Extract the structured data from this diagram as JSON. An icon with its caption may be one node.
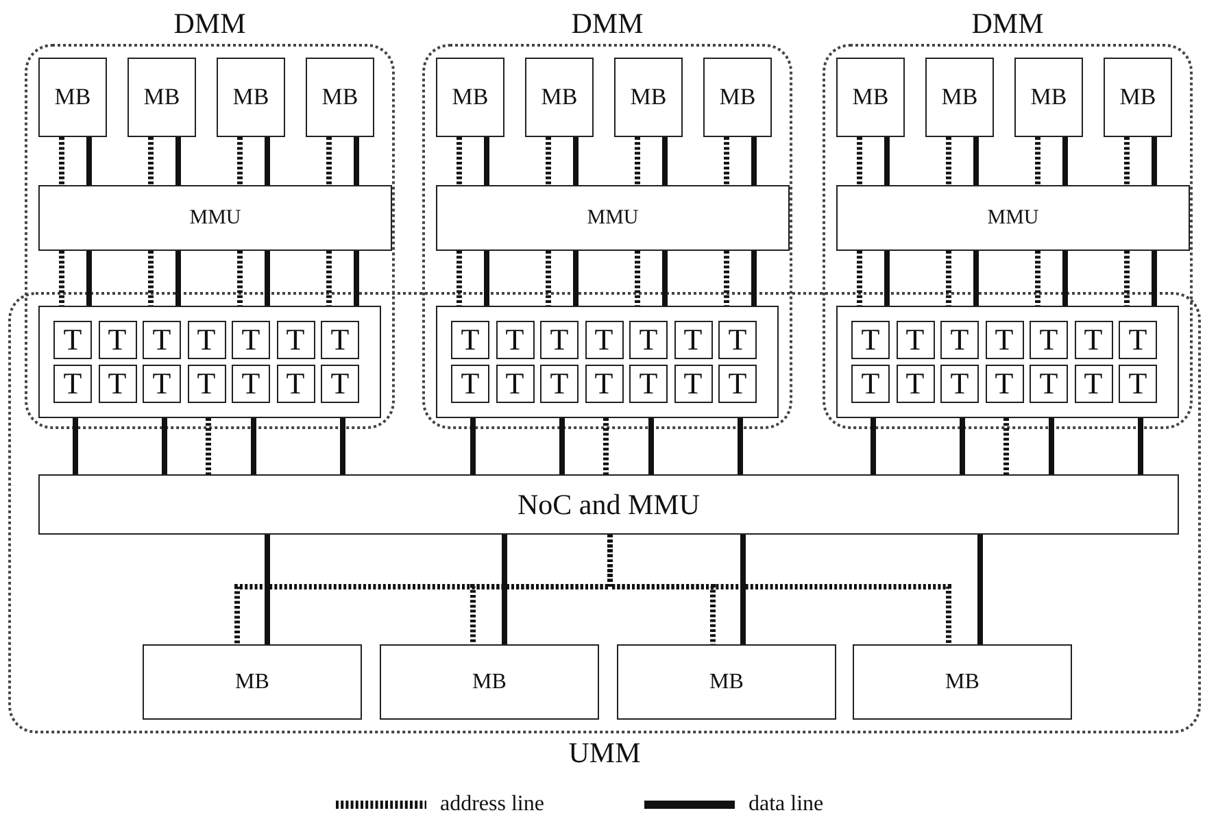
{
  "diagram": {
    "nodes": [
      {
        "text": [
          "DMM"
        ]
      },
      {
        "text": [
          "MB"
        ],
        "in": 0
      },
      {
        "text": [
          "MB"
        ],
        "in": 0
      },
      {
        "text": [
          "MB"
        ],
        "in": 0
      },
      {
        "text": [
          "MB"
        ],
        "in": 0
      },
      {
        "text": [
          "MMU"
        ],
        "in": 0
      },
      {
        "text": [],
        "shape": "box"
      },
      {
        "text": [
          "T"
        ],
        "in": 6
      },
      {
        "text": [
          "T"
        ],
        "in": 6
      },
      {
        "text": [
          "T"
        ],
        "in": 6
      },
      {
        "text": [
          "T"
        ],
        "in": 6
      },
      {
        "text": [
          "T"
        ],
        "in": 6
      },
      {
        "text": [
          "T"
        ],
        "in": 6
      },
      {
        "text": [
          "T"
        ],
        "in": 6
      },
      {
        "text": [
          "T"
        ],
        "in": 6
      },
      {
        "text": [
          "T"
        ],
        "in": 6
      },
      {
        "text": [
          "T"
        ],
        "in": 6
      },
      {
        "text": [
          "T"
        ],
        "in": 6
      },
      {
        "text": [
          "T"
        ],
        "in": 6
      },
      {
        "text": [
          "T"
        ],
        "in": 6
      },
      {
        "text": [
          "T"
        ],
        "in": 6
      },
      {
        "text": [
          "DMM"
        ]
      },
      {
        "text": [
          "MB"
        ],
        "in": 21
      },
      {
        "text": [
          "MB"
        ],
        "in": 21
      },
      {
        "text": [
          "MB"
        ],
        "in": 21
      },
      {
        "text": [
          "MB"
        ],
        "in": 21
      },
      {
        "text": [
          "MMU"
        ],
        "in": 21
      },
      {
        "text": [],
        "shape": "box"
      },
      {
        "text": [
          "T"
        ],
        "in": 27
      },
      {
        "text": [
          "T"
        ],
        "in": 27
      },
      {
        "text": [
          "T"
        ],
        "in": 27
      },
      {
        "text": [
          "T"
        ],
        "in": 27
      },
      {
        "text": [
          "T"
        ],
        "in": 27
      },
      {
        "text": [
          "T"
        ],
        "in": 27
      },
      {
        "text": [
          "T"
        ],
        "in": 27
      },
      {
        "text": [
          "T"
        ],
        "in": 27
      },
      {
        "text": [
          "T"
        ],
        "in": 27
      },
      {
        "text": [
          "T"
        ],
        "in": 27
      },
      {
        "text": [
          "T"
        ],
        "in": 27
      },
      {
        "text": [
          "T"
        ],
        "in": 27
      },
      {
        "text": [
          "T"
        ],
        "in": 27
      },
      {
        "text": [
          "T"
        ],
        "in": 27
      },
      {
        "text": [
          "DMM"
        ]
      },
      {
        "text": [
          "MB"
        ],
        "in": 42
      },
      {
        "text": [
          "MB"
        ],
        "in": 42
      },
      {
        "text": [
          "MB"
        ],
        "in": 42
      },
      {
        "text": [
          "MB"
        ],
        "in": 42
      },
      {
        "text": [
          "MMU"
        ],
        "in": 42
      },
      {
        "text": [],
        "shape": "box"
      },
      {
        "text": [
          "T"
        ],
        "in": 48
      },
      {
        "text": [
          "T"
        ],
        "in": 48
      },
      {
        "text": [
          "T"
        ],
        "in": 48
      },
      {
        "text": [
          "T"
        ],
        "in": 48
      },
      {
        "text": [
          "T"
        ],
        "in": 48
      },
      {
        "text": [
          "T"
        ],
        "in": 48
      },
      {
        "text": [
          "T"
        ],
        "in": 48
      },
      {
        "text": [
          "T"
        ],
        "in": 48
      },
      {
        "text": [
          "T"
        ],
        "in": 48
      },
      {
        "text": [
          "T"
        ],
        "in": 48
      },
      {
        "text": [
          "T"
        ],
        "in": 48
      },
      {
        "text": [
          "T"
        ],
        "in": 48
      },
      {
        "text": [
          "T"
        ],
        "in": 48
      },
      {
        "text": [
          "T"
        ],
        "in": 48
      },
      {
        "text": [
          "UMM"
        ]
      },
      {
        "text": [
          "NoC and MMU"
        ],
        "in": 63
      },
      {
        "text": [
          "MB"
        ],
        "in": 63
      },
      {
        "text": [
          "MB"
        ],
        "in": 63
      },
      {
        "text": [
          "MB"
        ],
        "in": 63
      },
      {
        "text": [
          "MB"
        ],
        "in": 63
      }
    ],
    "edges": [
      {
        "from": 1,
        "to": 5,
        "arrow": "none",
        "style": "dashed"
      },
      {
        "from": 1,
        "to": 5,
        "arrow": "none"
      },
      {
        "from": 2,
        "to": 5,
        "arrow": "none",
        "style": "dashed"
      },
      {
        "from": 2,
        "to": 5,
        "arrow": "none"
      },
      {
        "from": 3,
        "to": 5,
        "arrow": "none",
        "style": "dashed"
      },
      {
        "from": 3,
        "to": 5,
        "arrow": "none"
      },
      {
        "from": 4,
        "to": 5,
        "arrow": "none",
        "style": "dashed"
      },
      {
        "from": 4,
        "to": 5,
        "arrow": "none"
      },
      {
        "from": 5,
        "to": 6,
        "arrow": "none",
        "style": "dashed"
      },
      {
        "from": 5,
        "to": 6,
        "arrow": "none"
      },
      {
        "from": 5,
        "to": 6,
        "arrow": "none",
        "style": "dashed"
      },
      {
        "from": 5,
        "to": 6,
        "arrow": "none"
      },
      {
        "from": 5,
        "to": 6,
        "arrow": "none",
        "style": "dashed"
      },
      {
        "from": 5,
        "to": 6,
        "arrow": "none"
      },
      {
        "from": 5,
        "to": 6,
        "arrow": "none",
        "style": "dashed"
      },
      {
        "from": 5,
        "to": 6,
        "arrow": "none"
      },
      {
        "from": 6,
        "to": 64,
        "arrow": "none"
      },
      {
        "from": 6,
        "to": 64,
        "arrow": "none"
      },
      {
        "from": 6,
        "to": 64,
        "arrow": "none",
        "style": "dashed"
      },
      {
        "from": 6,
        "to": 64,
        "arrow": "none"
      },
      {
        "from": 6,
        "to": 64,
        "arrow": "none"
      },
      {
        "from": 22,
        "to": 26,
        "arrow": "none",
        "style": "dashed"
      },
      {
        "from": 22,
        "to": 26,
        "arrow": "none"
      },
      {
        "from": 23,
        "to": 26,
        "arrow": "none",
        "style": "dashed"
      },
      {
        "from": 23,
        "to": 26,
        "arrow": "none"
      },
      {
        "from": 24,
        "to": 26,
        "arrow": "none",
        "style": "dashed"
      },
      {
        "from": 24,
        "to": 26,
        "arrow": "none"
      },
      {
        "from": 25,
        "to": 26,
        "arrow": "none",
        "style": "dashed"
      },
      {
        "from": 25,
        "to": 26,
        "arrow": "none"
      },
      {
        "from": 26,
        "to": 27,
        "arrow": "none",
        "style": "dashed"
      },
      {
        "from": 26,
        "to": 27,
        "arrow": "none"
      },
      {
        "from": 26,
        "to": 27,
        "arrow": "none",
        "style": "dashed"
      },
      {
        "from": 26,
        "to": 27,
        "arrow": "none"
      },
      {
        "from": 26,
        "to": 27,
        "arrow": "none",
        "style": "dashed"
      },
      {
        "from": 26,
        "to": 27,
        "arrow": "none"
      },
      {
        "from": 26,
        "to": 27,
        "arrow": "none",
        "style": "dashed"
      },
      {
        "from": 26,
        "to": 27,
        "arrow": "none"
      },
      {
        "from": 27,
        "to": 64,
        "arrow": "none"
      },
      {
        "from": 27,
        "to": 64,
        "arrow": "none"
      },
      {
        "from": 27,
        "to": 64,
        "arrow": "none",
        "style": "dashed"
      },
      {
        "from": 27,
        "to": 64,
        "arrow": "none"
      },
      {
        "from": 27,
        "to": 64,
        "arrow": "none"
      },
      {
        "from": 43,
        "to": 47,
        "arrow": "none",
        "style": "dashed"
      },
      {
        "from": 43,
        "to": 47,
        "arrow": "none"
      },
      {
        "from": 44,
        "to": 47,
        "arrow": "none",
        "style": "dashed"
      },
      {
        "from": 44,
        "to": 47,
        "arrow": "none"
      },
      {
        "from": 45,
        "to": 47,
        "arrow": "none",
        "style": "dashed"
      },
      {
        "from": 45,
        "to": 47,
        "arrow": "none"
      },
      {
        "from": 46,
        "to": 47,
        "arrow": "none",
        "style": "dashed"
      },
      {
        "from": 46,
        "to": 47,
        "arrow": "none"
      },
      {
        "from": 47,
        "to": 48,
        "arrow": "none",
        "style": "dashed"
      },
      {
        "from": 47,
        "to": 48,
        "arrow": "none"
      },
      {
        "from": 47,
        "to": 48,
        "arrow": "none",
        "style": "dashed"
      },
      {
        "from": 47,
        "to": 48,
        "arrow": "none"
      },
      {
        "from": 47,
        "to": 48,
        "arrow": "none",
        "style": "dashed"
      },
      {
        "from": 47,
        "to": 48,
        "arrow": "none"
      },
      {
        "from": 47,
        "to": 48,
        "arrow": "none",
        "style": "dashed"
      },
      {
        "from": 47,
        "to": 48,
        "arrow": "none"
      },
      {
        "from": 48,
        "to": 64,
        "arrow": "none"
      },
      {
        "from": 48,
        "to": 64,
        "arrow": "none"
      },
      {
        "from": 48,
        "to": 64,
        "arrow": "none",
        "style": "dashed"
      },
      {
        "from": 48,
        "to": 64,
        "arrow": "none"
      },
      {
        "from": 48,
        "to": 64,
        "arrow": "none"
      },
      {
        "from": 64,
        "to": 65,
        "arrow": "none"
      },
      {
        "from": 64,
        "to": 65,
        "arrow": "none",
        "style": "dashed"
      },
      {
        "from": 64,
        "to": 66,
        "arrow": "none"
      },
      {
        "from": 64,
        "to": 66,
        "arrow": "none",
        "style": "dashed"
      },
      {
        "from": 64,
        "to": 67,
        "arrow": "none"
      },
      {
        "from": 64,
        "to": 67,
        "arrow": "none",
        "style": "dashed"
      },
      {
        "from": 64,
        "to": 68,
        "arrow": "none"
      },
      {
        "from": 64,
        "to": 68,
        "arrow": "none",
        "style": "dashed"
      }
    ],
    "legend": [
      {
        "text": "address line"
      },
      {
        "text": "data line"
      }
    ]
  }
}
